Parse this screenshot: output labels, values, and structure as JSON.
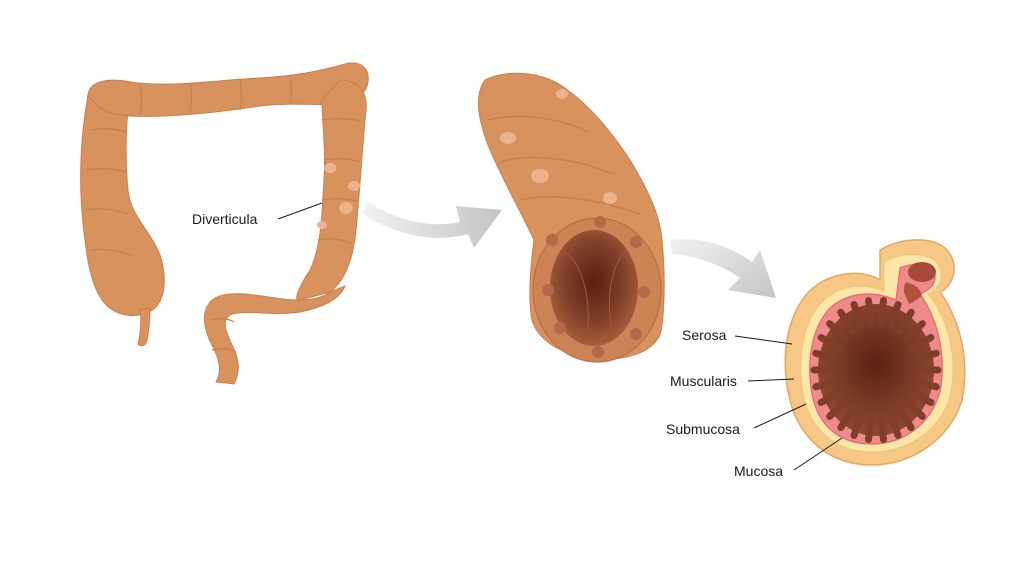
{
  "labels": {
    "diverticula": "Diverticula",
    "serosa": "Serosa",
    "muscularis": "Muscularis",
    "submucosa": "Submucosa",
    "mucosa": "Mucosa"
  },
  "colors": {
    "colon": "#d8925e",
    "colon_outline": "#c97f4d",
    "colon_haustra": "#c98655",
    "pouch_highlight": "#e9b48f",
    "lumen_dark": "#5a2a1c",
    "lumen_mid": "#8b4a32",
    "arrow": "#d3d3d3",
    "serosa_layer": "#f5c98a",
    "serosa_outline": "#e7a560",
    "mucosa_pink": "#e3676f",
    "submucosa_pink": "#f29b9b",
    "label_text": "#1a1a1a",
    "background": "#ffffff"
  }
}
